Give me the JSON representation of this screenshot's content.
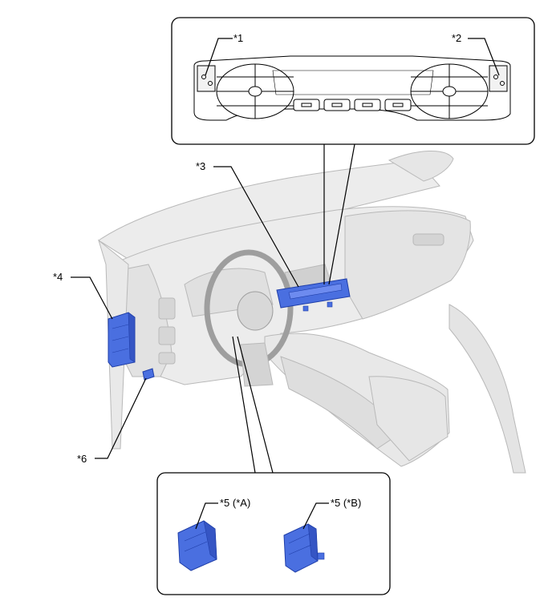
{
  "callouts": {
    "c1": "*1",
    "c2": "*2",
    "c3": "*3",
    "c4": "*4",
    "c5a": "*5 (*A)",
    "c5b": "*5 (*B)",
    "c6": "*6"
  },
  "colors": {
    "component_fill": "#4a6fe0",
    "component_stroke": "#1f3ea8",
    "line": "#000000",
    "dash_body": "#ececec",
    "dash_shade": "#dcdcdc",
    "outline_grey": "#b9b9b9"
  },
  "icons": {
    "hvac_panel": "ac-control-panel-icon",
    "ecu": "ecu-module-icon"
  }
}
